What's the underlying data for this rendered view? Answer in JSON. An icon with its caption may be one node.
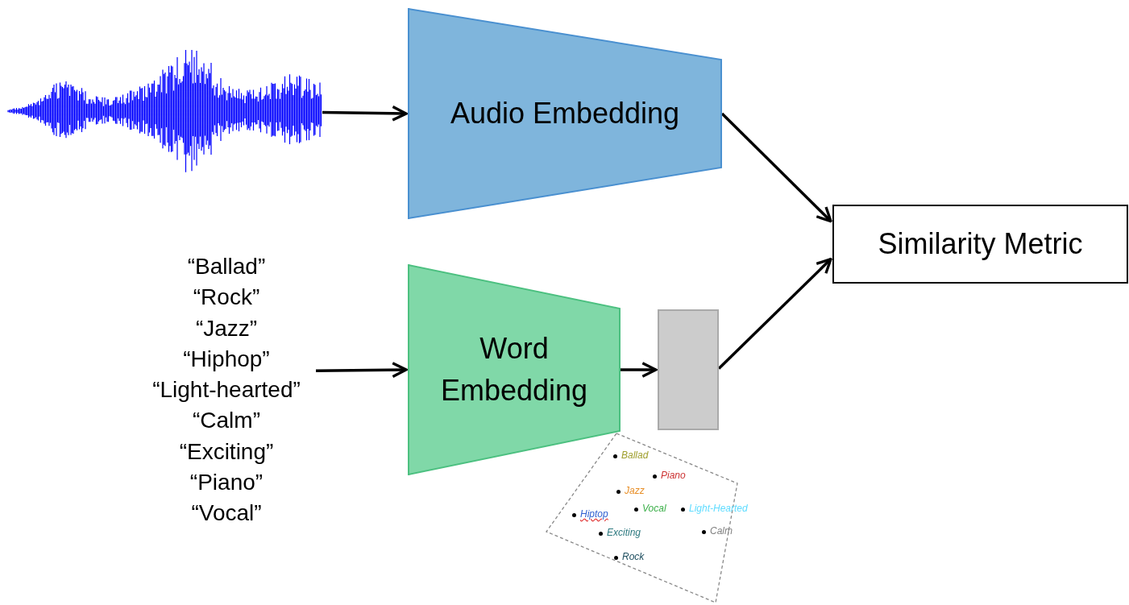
{
  "diagram": {
    "nodes": [
      {
        "text": [],
        "shape": "picture"
      },
      {
        "text": [
          "Audio Embedding"
        ]
      },
      {
        "text": [
          "Similarity Metric"
        ]
      },
      {
        "text": [
          "“Ballad”",
          "“Rock”",
          "“Jazz”",
          "“Hiphop”",
          "“Light-hearted”",
          "“Calm”",
          "“Exciting”",
          "“Piano”",
          "“Vocal”"
        ]
      },
      {
        "text": [
          "Word Embedding"
        ]
      },
      {
        "text": [],
        "shape": "bar"
      },
      {
        "text": [
          "Ballad",
          "Piano",
          "Jazz",
          "Vocal",
          "Light-Hearted",
          "Hiptop",
          "Exciting",
          "Calm",
          "Rock"
        ]
      }
    ],
    "edges": [
      {
        "from": 0,
        "to": 1,
        "arrow": "to"
      },
      {
        "from": 1,
        "to": 2,
        "arrow": "to"
      },
      {
        "from": 3,
        "to": 4,
        "arrow": "to"
      },
      {
        "from": 4,
        "to": 5,
        "arrow": "to"
      },
      {
        "from": 5,
        "to": 2,
        "arrow": "to"
      }
    ]
  }
}
